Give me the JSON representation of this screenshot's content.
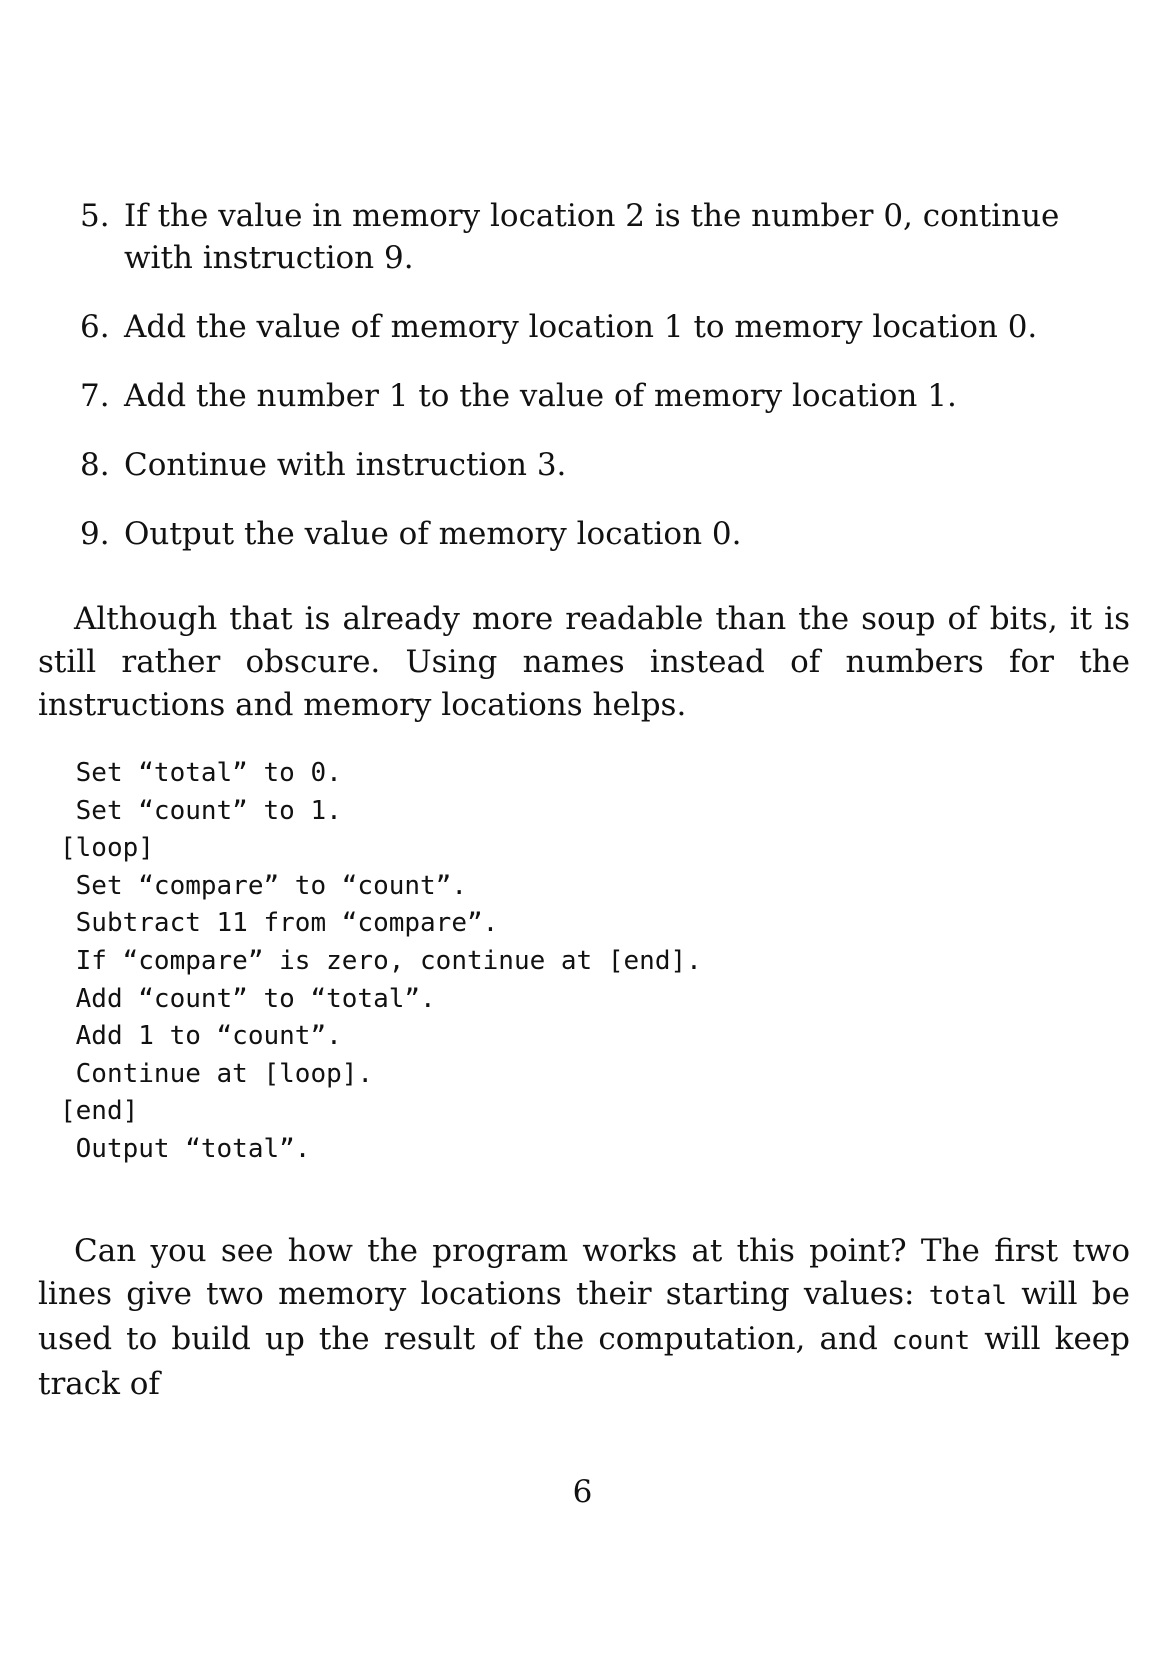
{
  "list": [
    {
      "num": "5.",
      "text": "If the value in memory location 2 is the number 0, continue with instruction 9."
    },
    {
      "num": "6.",
      "text": "Add the value of memory location 1 to memory location 0."
    },
    {
      "num": "7.",
      "text": "Add the number 1 to the value of memory location 1."
    },
    {
      "num": "8.",
      "text": "Continue with instruction 3."
    },
    {
      "num": "9.",
      "text": "Output the value of memory location 0."
    }
  ],
  "para1": "Although that is already more readable than the soup of bits, it is still rather obscure. Using names instead of numbers for the instructions and memory locations helps.",
  "code": [
    " Set “total” to 0.",
    " Set “count” to 1.",
    "[loop]",
    " Set “compare” to “count”.",
    " Subtract 11 from “compare”.",
    " If “compare” is zero, continue at [end].",
    " Add “count” to “total”.",
    " Add 1 to “count”.",
    " Continue at [loop].",
    "[end]",
    " Output “total”."
  ],
  "para2": {
    "part1": "Can you see how the program works at this point? The first two lines give two memory locations their starting values: ",
    "code1": "total",
    "part2": " will be used to build up the result of the computation, and ",
    "code2": "count",
    "part3": " will keep track of"
  },
  "page_number": "6"
}
